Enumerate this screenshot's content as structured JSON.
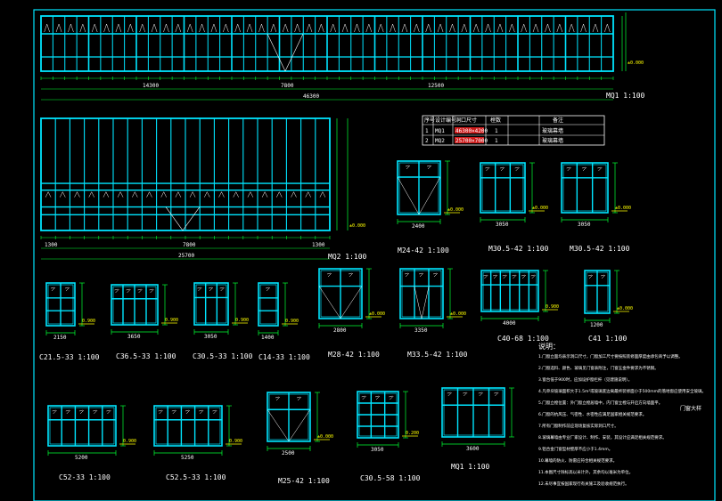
{
  "sheet": {
    "title_tag": "门窗大样",
    "notes_heading": "说明："
  },
  "drawings": [
    {
      "id": "mq1",
      "label": "MQ1 1:100",
      "elev": "±0.000",
      "dims": [
        "14300",
        "7800",
        "12500",
        "46300"
      ]
    },
    {
      "id": "mq2",
      "label": "MQ2 1:100",
      "elev": "±0.000",
      "dims": [
        "1300",
        "7800",
        "1300",
        "25700"
      ]
    },
    {
      "id": "m24",
      "label": "M24-42 1:100",
      "elev": "±0.000",
      "dims": [
        "2400"
      ]
    },
    {
      "id": "m30a",
      "label": "M30.5-42 1:100",
      "elev": "±0.000",
      "dims": [
        "3050"
      ]
    },
    {
      "id": "m30b",
      "label": "M30.5-42 1:100",
      "elev": "±0.000",
      "dims": [
        "3050"
      ]
    },
    {
      "id": "c21",
      "label": "C21.5-33 1:100",
      "elev": "0.900",
      "dims": [
        "2150"
      ]
    },
    {
      "id": "c36",
      "label": "C36.5-33 1:100",
      "elev": "0.900",
      "dims": [
        "3650"
      ]
    },
    {
      "id": "c30",
      "label": "C30.5-33 1:100",
      "elev": "0.900",
      "dims": [
        "3050"
      ]
    },
    {
      "id": "c14",
      "label": "C14-33 1:100",
      "elev": "0.900",
      "dims": [
        "1400"
      ]
    },
    {
      "id": "m28",
      "label": "M28-42 1:100",
      "elev": "±0.000",
      "dims": [
        "2800"
      ]
    },
    {
      "id": "m33",
      "label": "M33.5-42 1:100",
      "elev": "±0.000",
      "dims": [
        "3350"
      ]
    },
    {
      "id": "c40",
      "label": "C40-68 1:100",
      "elev": "0.900",
      "dims": [
        "4000"
      ]
    },
    {
      "id": "c41",
      "label": "C41 1:100",
      "elev": "±0.000",
      "dims": [
        "1200"
      ]
    },
    {
      "id": "c52a",
      "label": "C52-33 1:100",
      "elev": "0.900",
      "dims": [
        "5200"
      ]
    },
    {
      "id": "c52b",
      "label": "C52.5-33 1:100",
      "elev": "0.900",
      "dims": [
        "5250"
      ]
    },
    {
      "id": "m25",
      "label": "M25-42 1:100",
      "elev": "±0.000",
      "dims": [
        "2500"
      ]
    },
    {
      "id": "c30b",
      "label": "C30.5-58 1:100",
      "elev": "0.200",
      "dims": [
        "3050"
      ]
    },
    {
      "id": "mq",
      "label": "MQ1 1:100",
      "elev": "",
      "dims": [
        "3600"
      ]
    }
  ],
  "table": {
    "headers": [
      "序号",
      "设计编号",
      "洞口尺寸",
      "樘数",
      "备注"
    ],
    "rows": [
      [
        "1",
        "MQ1",
        "46300×4200",
        "1",
        "玻璃幕墙"
      ],
      [
        "2",
        "MQ2",
        "25700×7000",
        "1",
        "玻璃幕墙"
      ]
    ]
  },
  "notes": [
    "1.门窗立面均表示洞口尺寸，门窗加工尺寸要按照装修面厚度由承包商予以调整。",
    "2.门窗选料、颜色、玻璃见门窗表附注，门窗五金件要求为不锈钢。",
    "3.窗台低于900时，应加设护窗栏杆（见建施说明）。",
    "4.凡单块玻璃面积大于1.5m²或玻璃底边离最终装修面小于500mm的落地窗应使用安全玻璃。",
    "5.门窗立樘位置：外门窗立樘居墙中，内门窗立樘与开启方向墙面平。",
    "6.门窗的抗风压、气密性、水密性应满足国家相关规范要求。",
    "7.所有门窗制作前应现场复核实际洞口尺寸。",
    "8.玻璃幕墙由专业厂家设计、制作、安装，其设计应满足相关规范要求。",
    "9.铝合金门窗型材壁厚不应小于1.4mm。",
    "10.幕墙的防火、防雷应符合相关规范要求。",
    "11.本图尺寸除标高以米计外，其余均以毫米为单位。",
    "12.未尽事宜按国家现行有关施工及验收规范执行。"
  ],
  "colors": {
    "line": "#00e5ff",
    "dim": "#00ff33",
    "text": "#ffffff",
    "elev": "#ffff00",
    "red": "#ff2020",
    "accent": "#ffffff"
  }
}
